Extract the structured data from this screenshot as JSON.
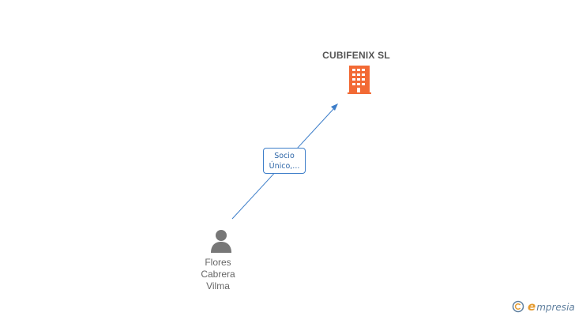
{
  "company": {
    "name": "CUBIFENIX SL",
    "icon": "building-icon",
    "color": "#f26a35"
  },
  "relationship": {
    "label_line1": "Socio",
    "label_line2": "Único,...",
    "color": "#3d7ec9"
  },
  "person": {
    "icon": "person-icon",
    "name_line1": "Flores",
    "name_line2": "Cabrera",
    "name_line3": "Vilma",
    "color": "#777777"
  },
  "brand": {
    "copyright_symbol": "©",
    "text_initial": "e",
    "text_rest": "mpresia"
  }
}
